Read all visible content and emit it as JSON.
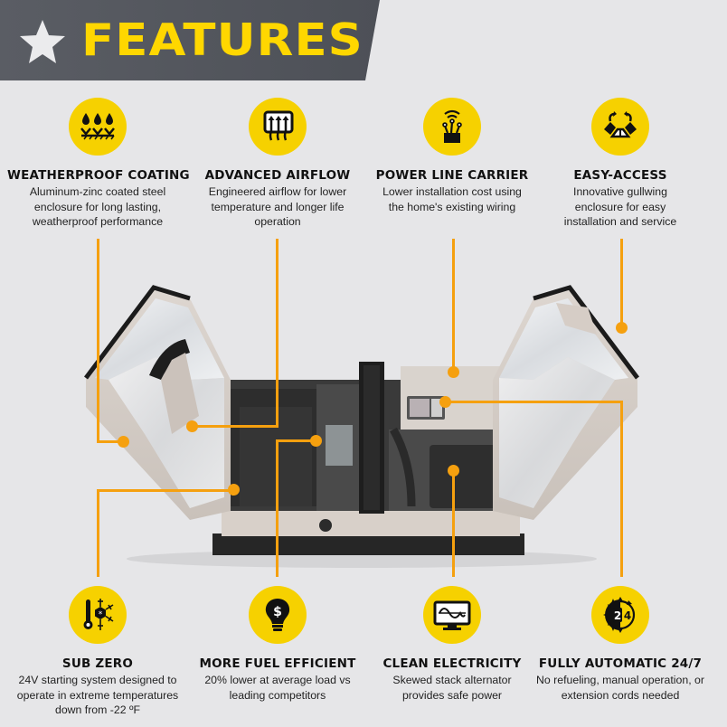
{
  "banner": {
    "title": "FEATURES",
    "icon": "star-icon",
    "background_color": "#53565c",
    "title_color": "#ffd700"
  },
  "colors": {
    "accent_yellow": "#f6d100",
    "callout_orange": "#f5a00f",
    "background": "#e6e6e8"
  },
  "features_top": [
    {
      "icon": "weatherproof-coating-icon",
      "title": "WEATHERPROOF COATING",
      "description": "Aluminum-zinc coated steel enclosure for long lasting, weatherproof performance"
    },
    {
      "icon": "advanced-airflow-icon",
      "title": "ADVANCED AIRFLOW",
      "description": "Engineered airflow for lower temperature and longer life operation"
    },
    {
      "icon": "power-line-carrier-icon",
      "title": "POWER LINE CARRIER",
      "description": "Lower installation cost using the home's existing wiring"
    },
    {
      "icon": "easy-access-icon",
      "title": "EASY-ACCESS",
      "description": "Innovative gullwing enclosure for easy installation and service"
    }
  ],
  "features_bottom": [
    {
      "icon": "sub-zero-icon",
      "title": "SUB ZERO",
      "description": "24V starting system designed to operate in extreme temperatures down from -22 ºF"
    },
    {
      "icon": "fuel-efficient-icon",
      "title": "MORE FUEL EFFICIENT",
      "description": "20% lower at average load vs leading competitors"
    },
    {
      "icon": "clean-electricity-icon",
      "title": "CLEAN ELECTRICITY",
      "description": "Skewed stack alternator provides safe power"
    },
    {
      "icon": "fully-automatic-icon",
      "title": "FULLY AUTOMATIC 24/7",
      "description": "No refueling, manual operation, or extension cords needed"
    }
  ],
  "product_image": {
    "subject": "home standby generator with gullwing enclosure open",
    "icon": "generator-illustration"
  }
}
